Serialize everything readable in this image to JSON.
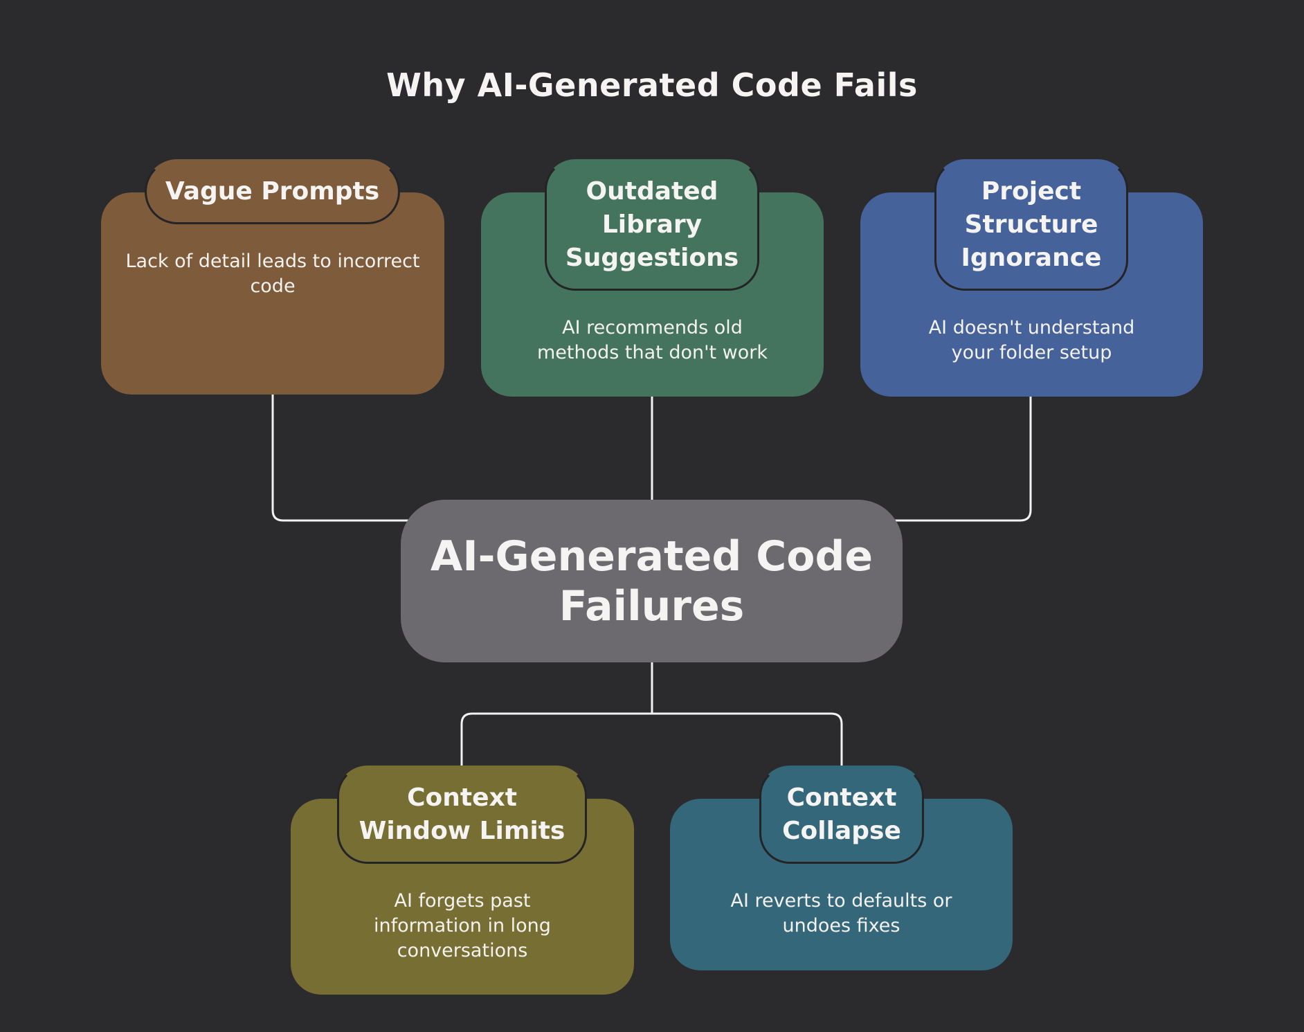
{
  "title": "Why AI-Generated Code Fails",
  "center": {
    "label": "AI-Generated Code Failures",
    "color": "#6c6a6e"
  },
  "causes": [
    {
      "title": "Vague Prompts",
      "description": "Lack of detail leads to incorrect code",
      "color": "#7d5b3b"
    },
    {
      "title": "Outdated Library Suggestions",
      "description": "AI recommends old methods that don't work",
      "color": "#44735e"
    },
    {
      "title": "Project Structure Ignorance",
      "description": "AI doesn't understand your folder setup",
      "color": "#45629a"
    },
    {
      "title": "Context Window Limits",
      "description": "AI forgets past information in long conversations",
      "color": "#776e33"
    },
    {
      "title": "Context Collapse",
      "description": "AI reverts to defaults or undoes fixes",
      "color": "#346779"
    }
  ],
  "colors": {
    "background": "#2b2a2c",
    "connector": "#f2f2f2",
    "pill_border": "#242325",
    "text": "#f4f2ef"
  }
}
